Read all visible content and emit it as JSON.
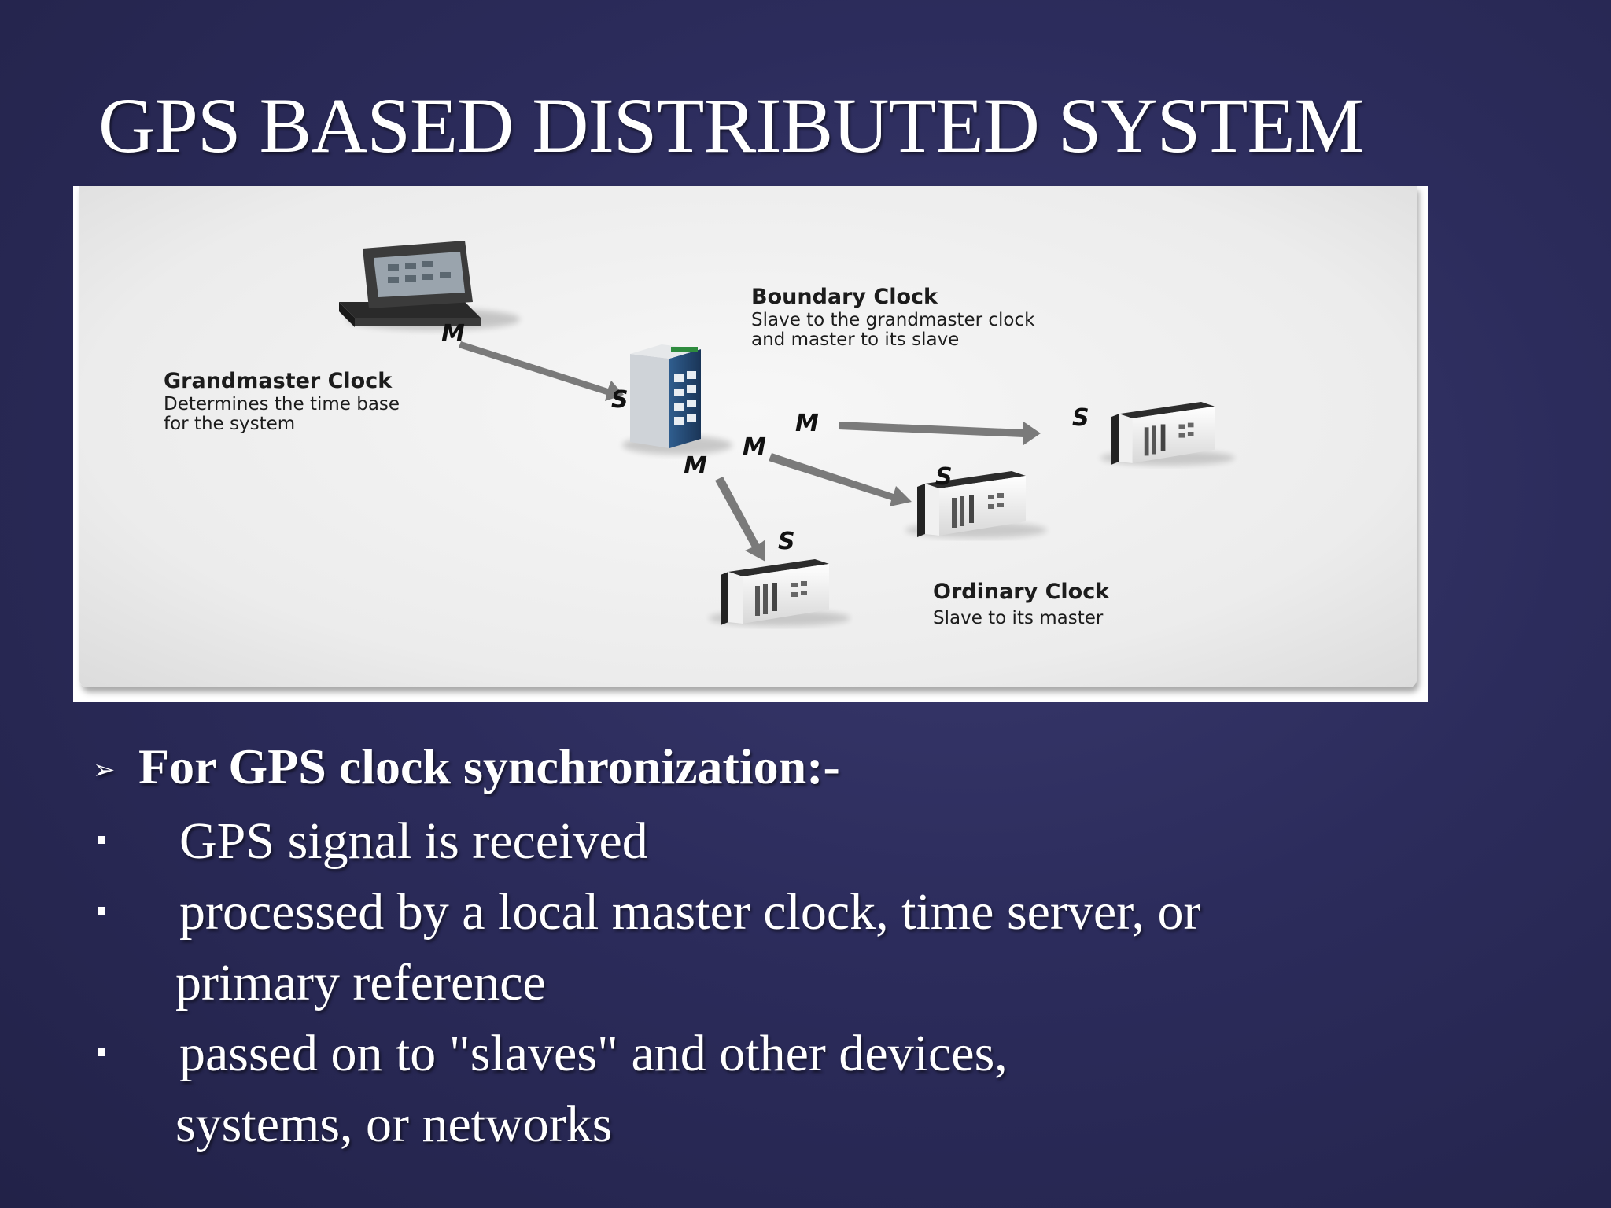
{
  "slide": {
    "title": "GPS BASED DISTRIBUTED SYSTEM"
  },
  "diagram": {
    "grandmaster": {
      "title": "Grandmaster Clock",
      "desc1": "Determines the time base",
      "desc2": "for the system"
    },
    "boundary": {
      "title": "Boundary Clock",
      "desc1": "Slave to the grandmaster clock",
      "desc2": "and master to its slave"
    },
    "ordinary": {
      "title": "Ordinary Clock",
      "desc1": "Slave to its master"
    },
    "ports": {
      "master": "M",
      "slave": "S"
    }
  },
  "bullets": {
    "heading": "For GPS clock synchronization:-",
    "items": [
      {
        "line1": "GPS signal is received",
        "line2": ""
      },
      {
        "line1": "processed by a local master clock, time server, or",
        "line2": "primary reference"
      },
      {
        "line1": "passed on to \"slaves\" and other devices,",
        "line2": "systems, or networks"
      }
    ]
  }
}
